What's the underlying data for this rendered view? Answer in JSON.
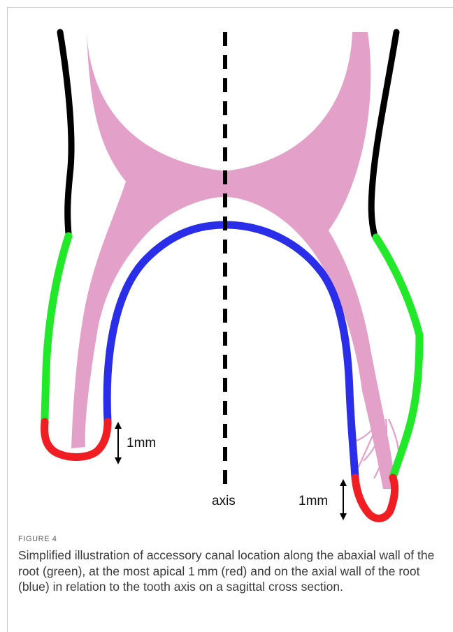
{
  "figure": {
    "label": "FIGURE 4",
    "caption": "Simplified illustration of accessory canal location along the abaxial wall of the root (green), at the most apical 1 mm (red) and on the axial wall of the root (blue) in relation to the tooth axis on a sagittal cross section."
  },
  "illustration": {
    "axis_label": "axis",
    "left_measure_label": "1mm",
    "right_measure_label": "1mm"
  },
  "colors": {
    "pulp": "#e3a1c9",
    "abaxial_wall": "#22e82a",
    "apical_1mm": "#f01e22",
    "axial_wall": "#2a2ee8",
    "outline": "#000000"
  }
}
